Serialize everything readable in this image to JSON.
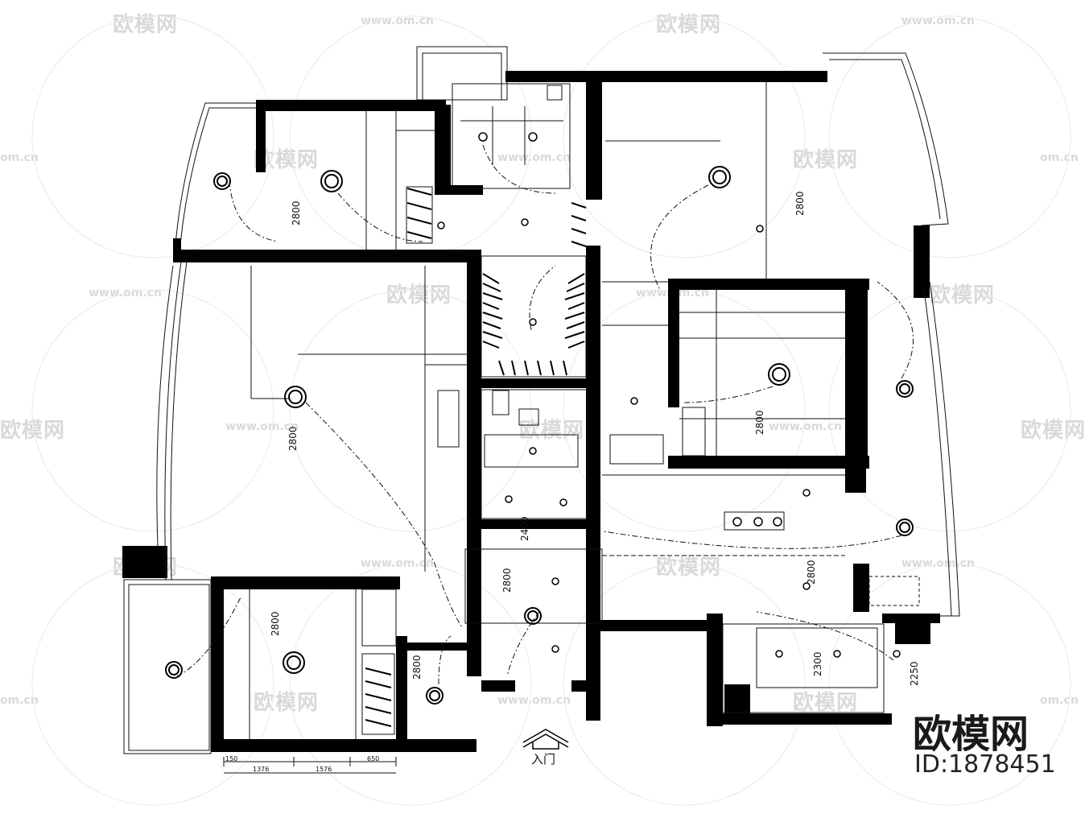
{
  "watermark": {
    "brand_text": "欧模网",
    "url_text": "www.om.cn",
    "url_short": "om.cn",
    "color": "#d9d9d9"
  },
  "brand": {
    "logo_text": "欧模网",
    "id_text": "ID:1878451"
  },
  "plan": {
    "entrance_label": "入门",
    "wall_color": "#000000",
    "line_color": "#111111",
    "ceiling_heights": [
      {
        "id": "h1",
        "text": "2800"
      },
      {
        "id": "h2",
        "text": "2800"
      },
      {
        "id": "h3",
        "text": "2800"
      },
      {
        "id": "h4",
        "text": "2800"
      },
      {
        "id": "h5",
        "text": "2800"
      },
      {
        "id": "h6",
        "text": "2800"
      },
      {
        "id": "h7",
        "text": "2800"
      },
      {
        "id": "h8",
        "text": "2800"
      },
      {
        "id": "h9",
        "text": "2400"
      },
      {
        "id": "h10",
        "text": "2300"
      },
      {
        "id": "h11",
        "text": "2250"
      }
    ],
    "dimensions": [
      "150",
      "1376",
      "1576",
      "650"
    ]
  }
}
